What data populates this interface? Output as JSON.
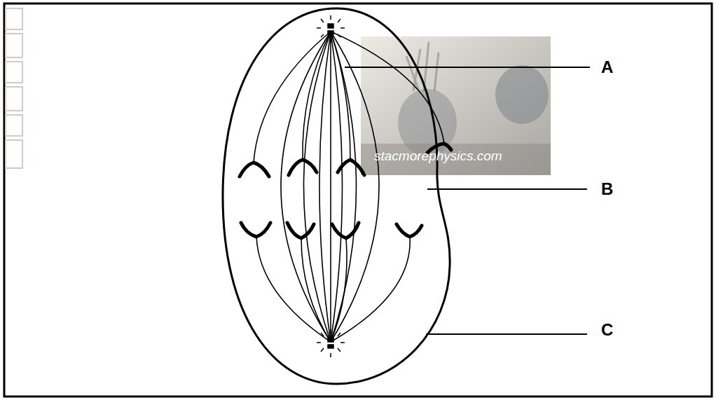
{
  "diagram": {
    "labels": [
      "A",
      "B",
      "C",
      "stacmorephysics.com"
    ]
  }
}
